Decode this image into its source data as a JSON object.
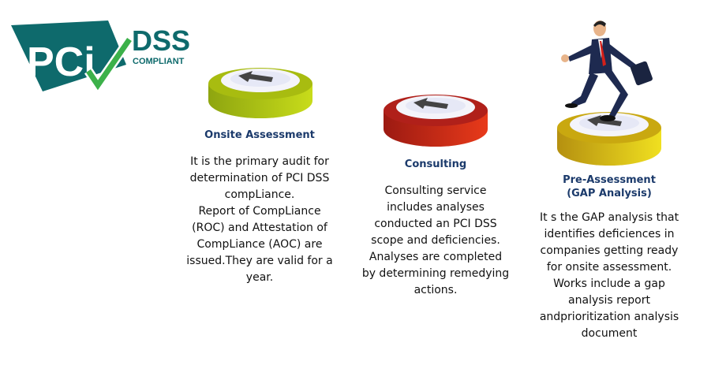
{
  "logo": {
    "mark": "PCI",
    "line1": "DSS",
    "line2": "COMPLIANT"
  },
  "steps": [
    {
      "title": "Onsite Assessment",
      "lines": [
        "It is the primary audit for",
        "determination of PCI DSS",
        "compLiance.",
        "Report of CompLiance",
        "(ROC) and Attestation of",
        "CompLiance (AOC) are",
        "issued.They are valid for a",
        "year."
      ],
      "color": "#b5c91a"
    },
    {
      "title": "Consulting",
      "lines": [
        "Consulting service",
        "includes analyses",
        "conducted an PCI DSS",
        "scope and deficiencies.",
        "Analyses are completed",
        "by determining remedying",
        "actions."
      ],
      "color": "#c8281b"
    },
    {
      "title_lines": [
        "Pre-Assessment",
        "(GAP Analysis)"
      ],
      "lines": [
        "It s the GAP analysis that",
        "identifies deficiences in",
        "companies getting ready",
        "for onsite assessment.",
        "Works include a gap",
        "analysis report",
        "andprioritization analysis",
        "document"
      ],
      "color": "#e0c010"
    }
  ]
}
